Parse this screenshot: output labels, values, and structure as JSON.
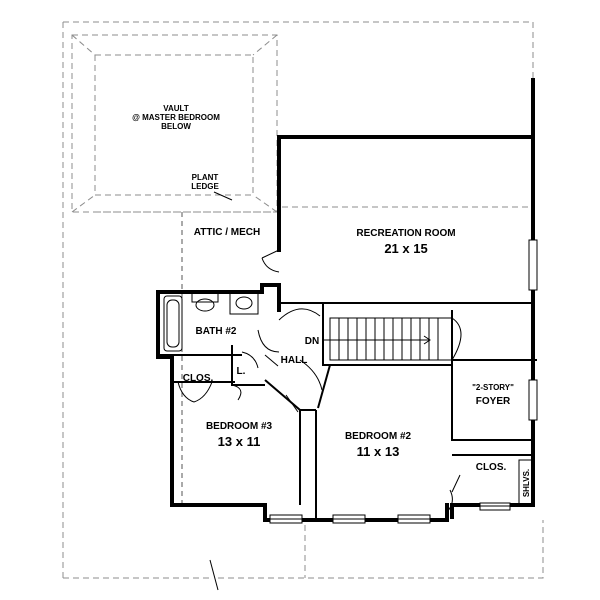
{
  "labels": {
    "vault_line1": "VAULT",
    "vault_line2": "@ MASTER BEDROOM",
    "vault_line3": "BELOW",
    "plant_ledge_line1": "PLANT",
    "plant_ledge_line2": "LEDGE",
    "attic": "ATTIC / MECH",
    "recreation_name": "RECREATION ROOM",
    "recreation_size": "21 x 15",
    "bath2": "BATH #2",
    "dn": "DN",
    "hall": "HALL",
    "clos_bedroom3": "CLOS.",
    "linen": "L.",
    "foyer_line1": "\"2-STORY\"",
    "foyer_line2": "FOYER",
    "bedroom3_name": "BEDROOM #3",
    "bedroom3_size": "13 x 11",
    "bedroom2_name": "BEDROOM #2",
    "bedroom2_size": "11 x 13",
    "clos_foyer": "CLOS.",
    "shelves": "SHLVS."
  }
}
